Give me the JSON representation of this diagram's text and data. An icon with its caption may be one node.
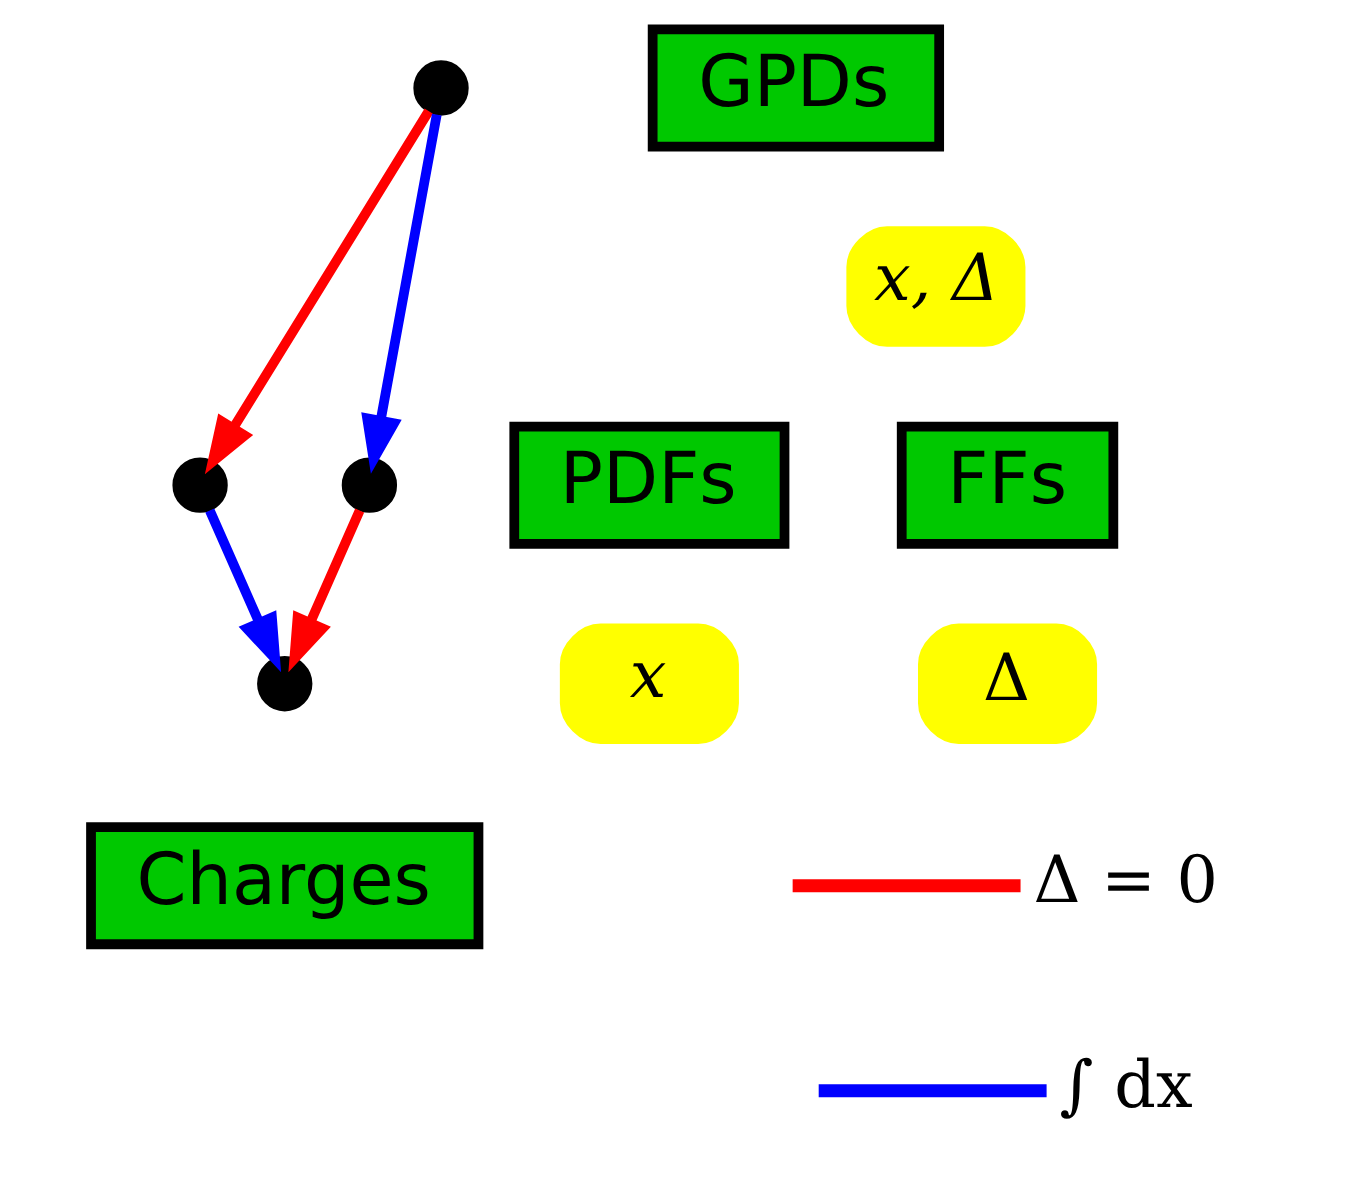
{
  "diagram": {
    "nodes": [
      {
        "text": [],
        "shape": "circle"
      },
      {
        "text": [
          "GPDs"
        ]
      },
      {
        "text": [
          "x, Δ"
        ]
      },
      {
        "text": [],
        "shape": "circle"
      },
      {
        "text": [
          "PDFs"
        ]
      },
      {
        "text": [],
        "shape": "circle"
      },
      {
        "text": [
          "FFs"
        ]
      },
      {
        "text": [
          "x"
        ]
      },
      {
        "text": [
          "Δ"
        ]
      },
      {
        "text": [],
        "shape": "circle"
      },
      {
        "text": [
          "Charges"
        ]
      }
    ],
    "edges": [
      {
        "from": 0,
        "to": 3,
        "arrow": "to",
        "color": "#ff0000"
      },
      {
        "from": 0,
        "to": 5,
        "arrow": "to",
        "color": "#0000ff"
      },
      {
        "from": 3,
        "to": 9,
        "arrow": "to",
        "color": "#0000ff"
      },
      {
        "from": 5,
        "to": 9,
        "arrow": "to",
        "color": "#ff0000"
      }
    ],
    "legend": [
      {
        "text": "Δ = 0"
      },
      {
        "text": "∫ dx"
      }
    ]
  }
}
